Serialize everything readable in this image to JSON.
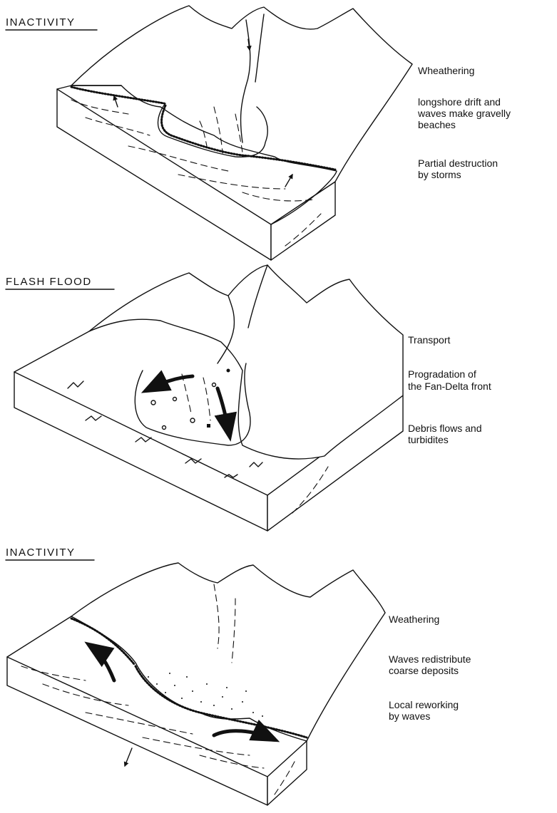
{
  "panels": [
    {
      "title": "INACTIVITY",
      "notes": [
        "Wheathering",
        "longshore drift and",
        "waves make gravelly",
        "beaches",
        "Partial destruction",
        "by storms"
      ]
    },
    {
      "title": "FLASH FLOOD",
      "notes": [
        "Transport",
        "Progradation of",
        "the Fan-Delta front",
        "Debris flows and",
        "turbidites"
      ]
    },
    {
      "title": "INACTIVITY",
      "notes": [
        "Weathering",
        "Waves redistribute",
        "coarse deposits",
        "Local reworking",
        "by waves"
      ]
    }
  ]
}
